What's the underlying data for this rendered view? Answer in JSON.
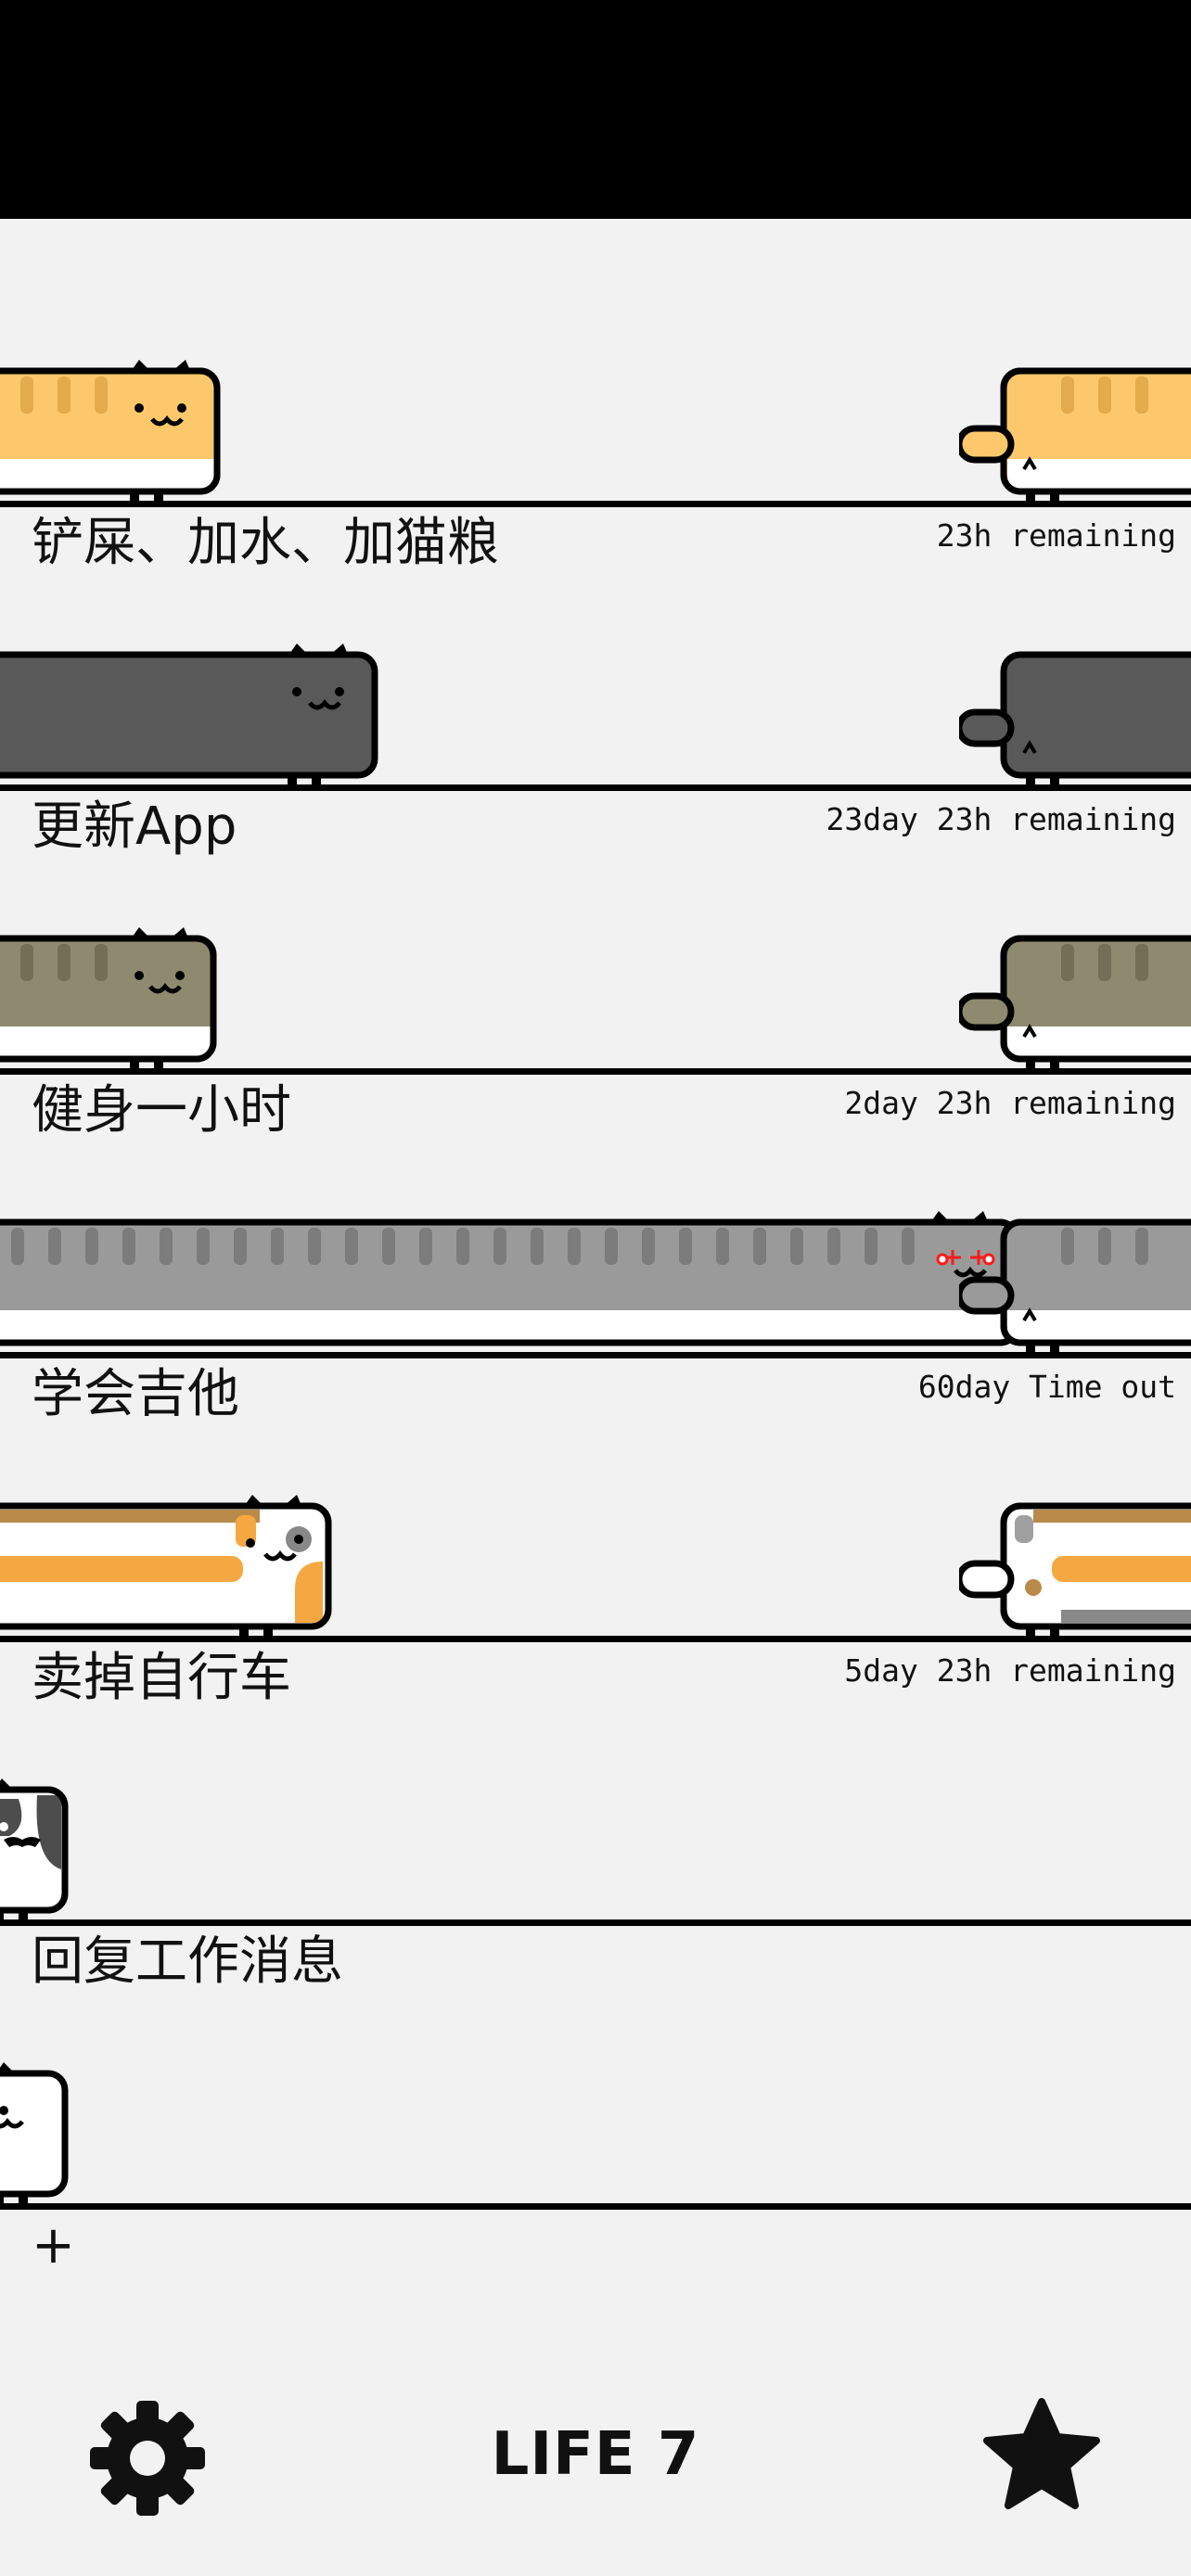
{
  "tasks": [
    {
      "label": "铲屎、加水、加猫粮",
      "status": "23h remaining",
      "color": "#fdc86b",
      "stripe": "#e3ab4c",
      "belly": "#ffffff"
    },
    {
      "label": "更新App",
      "status": "23day 23h remaining",
      "color": "#595959",
      "stripe": "#4a4a4a",
      "belly": "#595959"
    },
    {
      "label": "健身一小时",
      "status": "2day 23h remaining",
      "color": "#8e8a6f",
      "stripe": "#736f57",
      "belly": "#ffffff"
    },
    {
      "label": "学会吉他",
      "status": "60day Time out",
      "color": "#9a9a9a",
      "stripe": "#7c7c7c",
      "belly": "#ffffff"
    },
    {
      "label": "卖掉自行车",
      "status": "5day 23h remaining",
      "color": "#ffffff",
      "stripe": "#f5a742",
      "belly": "#ffffff"
    },
    {
      "label": "回复工作消息",
      "status": "",
      "color": "#ffffff",
      "stripe": "#4d4d4d",
      "belly": "#ffffff"
    }
  ],
  "add_label": "+",
  "footer": {
    "life_label": "LIFE 7",
    "settings_icon": "gear-icon",
    "favorites_icon": "star-icon"
  },
  "colors": {
    "background": "#f2f2f2",
    "ink": "#000000",
    "alarm": "#ff1a1a"
  }
}
